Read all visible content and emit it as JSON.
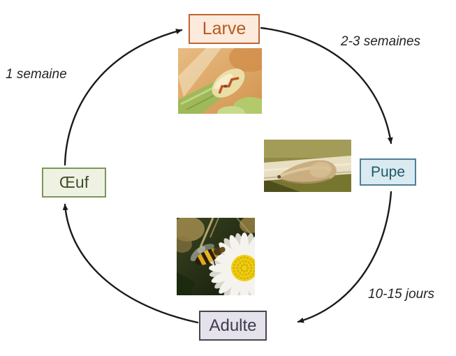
{
  "diagram": {
    "type": "cycle",
    "subject": "hoverfly-life-cycle",
    "background": "#ffffff",
    "arrow_color": "#1a1a1a",
    "nodes": [
      {
        "id": "oeuf",
        "label": "Œuf",
        "fill": "#EFF2E3",
        "border": "#7C9557",
        "text_color": "#3F4E2A"
      },
      {
        "id": "larve",
        "label": "Larve",
        "fill": "#FCEADC",
        "border": "#BF6430",
        "text_color": "#B45A1E"
      },
      {
        "id": "pupe",
        "label": "Pupe",
        "fill": "#D9EAF1",
        "border": "#4D7F97",
        "text_color": "#1F5866"
      },
      {
        "id": "adulte",
        "label": "Adulte",
        "fill": "#E5E2EB",
        "border": "#47464F",
        "text_color": "#3E3C50"
      }
    ],
    "edges": [
      {
        "from": "oeuf",
        "to": "larve",
        "label": "1 semaine"
      },
      {
        "from": "larve",
        "to": "pupe",
        "label": "2-3 semaines"
      },
      {
        "from": "pupe",
        "to": "adulte",
        "label": "10-15 jours"
      },
      {
        "from": "adulte",
        "to": "oeuf",
        "label": ""
      }
    ],
    "photos": [
      {
        "id": "larva-photo"
      },
      {
        "id": "pupa-photo"
      },
      {
        "id": "adult-photo"
      }
    ]
  }
}
